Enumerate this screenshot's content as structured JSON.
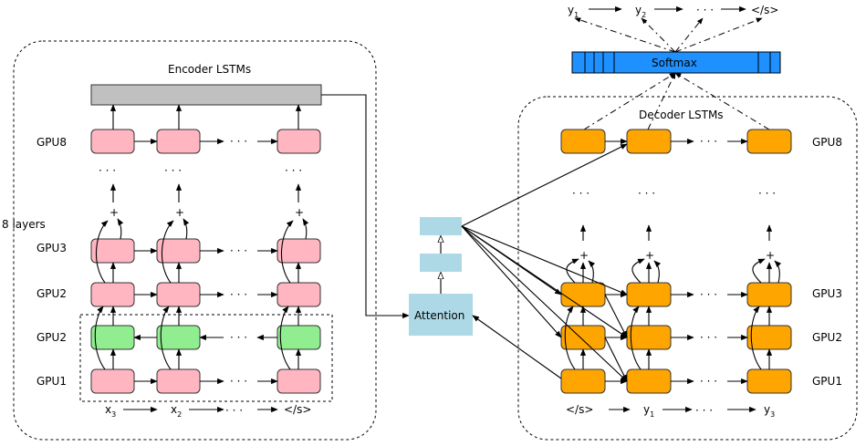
{
  "encoder": {
    "title": "Encoder LSTMs",
    "layers_label": "8 layers",
    "row_labels": [
      "GPU8",
      "GPU3",
      "GPU2",
      "GPU2",
      "GPU1"
    ],
    "inputs": [
      "x",
      "x",
      "</s>"
    ],
    "input_subscripts": [
      "3",
      "2",
      ""
    ]
  },
  "decoder": {
    "title": "Decoder LSTMs",
    "row_labels": [
      "GPU8",
      "GPU3",
      "GPU2",
      "GPU1"
    ],
    "inputs": [
      "</s>",
      "y",
      "y"
    ],
    "input_subscripts": [
      "",
      "1",
      "3"
    ]
  },
  "attention": {
    "label": "Attention"
  },
  "softmax": {
    "label": "Softmax"
  },
  "outputs": {
    "tokens": [
      "y",
      "y",
      "</s>"
    ],
    "subscripts": [
      "1",
      "2",
      ""
    ]
  },
  "ellipsis": "· · ·",
  "plus": "+",
  "colors": {
    "encoder_cell": "#ffb6c1",
    "encoder_reverse_cell": "#90ee90",
    "decoder_cell": "#ffa500",
    "attention": "#add8e6",
    "softmax": "#1e90ff",
    "encoder_output": "#c0c0c0"
  }
}
